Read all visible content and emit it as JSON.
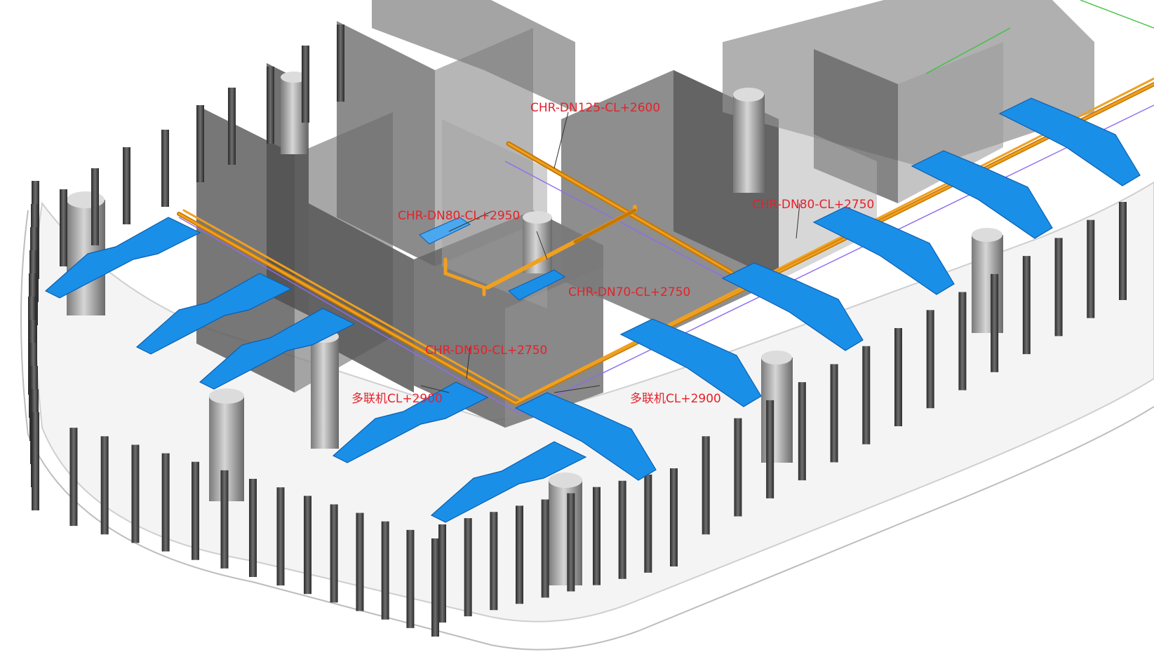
{
  "annotations": [
    {
      "id": "chr-dn125",
      "text": "CHR-DN125-CL+2600"
    },
    {
      "id": "chr-dn80-a",
      "text": "CHR-DN80-CL+2950"
    },
    {
      "id": "chr-dn80-b",
      "text": "CHR-DN80-CL+2750"
    },
    {
      "id": "chr-dn70",
      "text": "CHR-DN70-CL+2750"
    },
    {
      "id": "chr-dn50",
      "text": "CHR-DN50-CL+2750"
    },
    {
      "id": "vrf-left",
      "text": "多联机CL+2900"
    },
    {
      "id": "vrf-right",
      "text": "多联机CL+2900"
    }
  ],
  "colors": {
    "duct": "#1a8fe8",
    "duct_edge": "#0a5fb0",
    "pipe": "#f0a020",
    "pipe_dark": "#c77800",
    "concrete": "#6c6c6c",
    "concrete_light": "#9a9a9a",
    "pile": "#3d3d3d",
    "label": "#e8202a",
    "green_line": "#3ec23e",
    "purple_line": "#8e6cf0"
  }
}
